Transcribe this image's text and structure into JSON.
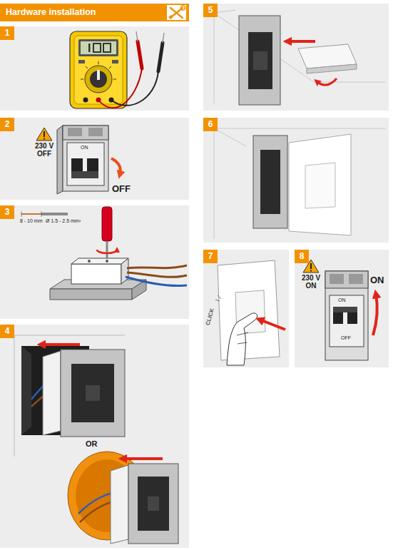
{
  "diagram": {
    "title": "Hardware installation",
    "nodes": [
      {
        "text": [
          "1"
        ]
      },
      {
        "text": [
          "2"
        ]
      },
      {
        "text": [
          "3"
        ]
      },
      {
        "text": [
          "4"
        ]
      },
      {
        "text": [
          "5"
        ]
      },
      {
        "text": [
          "6"
        ]
      },
      {
        "text": [
          "7"
        ]
      },
      {
        "text": [
          "8"
        ]
      }
    ],
    "labels": [
      "230 V OFF",
      "ON",
      "OFF",
      "8 - 10 mm",
      "Ø 1.5 - 2.5 mm²",
      "OR",
      "CLICK",
      "230 V ON",
      "ON",
      "OFF",
      "ON"
    ]
  }
}
